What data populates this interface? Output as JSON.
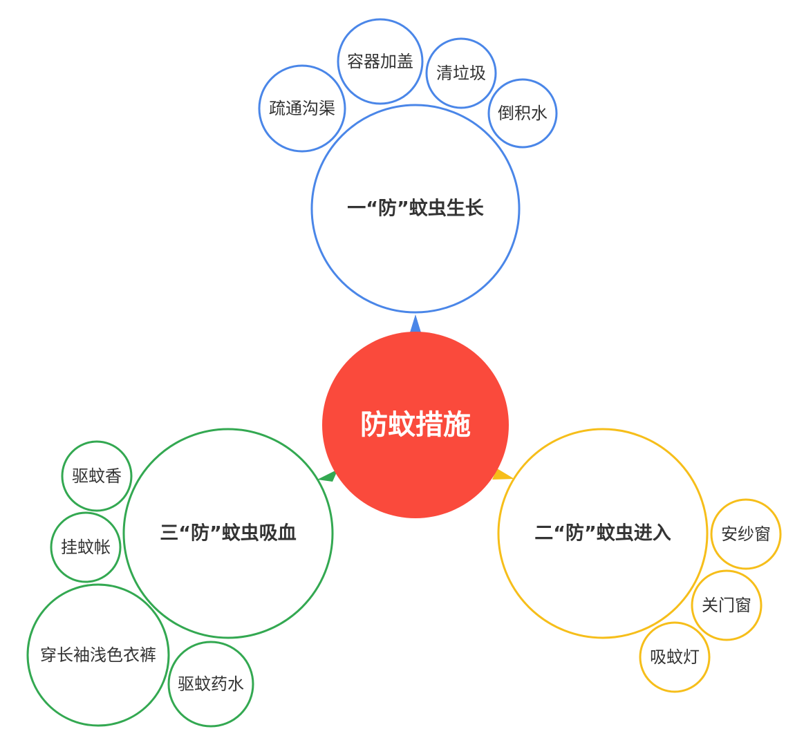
{
  "colors": {
    "center": "#FA4A3C",
    "prevent_growth": "#4A86E8",
    "prevent_entry": "#F6BE1A",
    "prevent_bite": "#33A851",
    "text": "#333333"
  },
  "center": {
    "label": "防蚊措施"
  },
  "branches": [
    {
      "id": "growth",
      "label": "一“防”蚊虫生长",
      "color_key": "prevent_growth",
      "leaves": [
        "疏通沟渠",
        "容器加盖",
        "清垃圾",
        "倒积水"
      ]
    },
    {
      "id": "entry",
      "label": "二“防”蚊虫进入",
      "color_key": "prevent_entry",
      "leaves": [
        "安纱窗",
        "关门窗",
        "吸蚊灯"
      ]
    },
    {
      "id": "bite",
      "label": "三“防”蚊虫吸血",
      "color_key": "prevent_bite",
      "leaves": [
        "驱蚊香",
        "挂蚊帐",
        "穿长袖浅色衣裤",
        "驱蚊药水"
      ]
    }
  ]
}
